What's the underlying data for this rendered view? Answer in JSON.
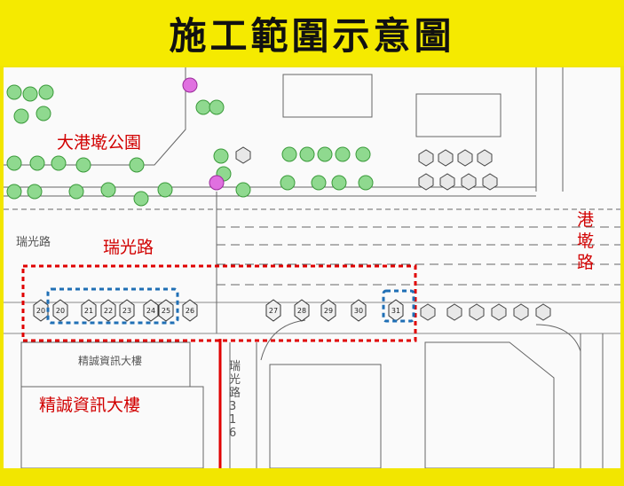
{
  "title": "施工範圍示意圖",
  "labels": {
    "park": "大港墘公園",
    "road_ruiguang_red": "瑞光路",
    "road_ruiguang_gray": "瑞光路",
    "road_ganggian": "港墘路",
    "building_red": "精誠資訊大樓",
    "building_gray": "精誠資訊大樓",
    "side_road": "瑞光路316"
  },
  "tree_labels_blue_group": [
    "20",
    "20",
    "21",
    "22",
    "23",
    "24",
    "25"
  ],
  "tree_labels_right": [
    "26",
    "27",
    "28",
    "29",
    "30",
    "31"
  ],
  "colors": {
    "title_bar": "#f5ea00",
    "highlight_red": "#e00000",
    "highlight_blue": "#1f6fb5",
    "tree_green": "#7fd07f",
    "tree_pink": "#e070e0"
  }
}
